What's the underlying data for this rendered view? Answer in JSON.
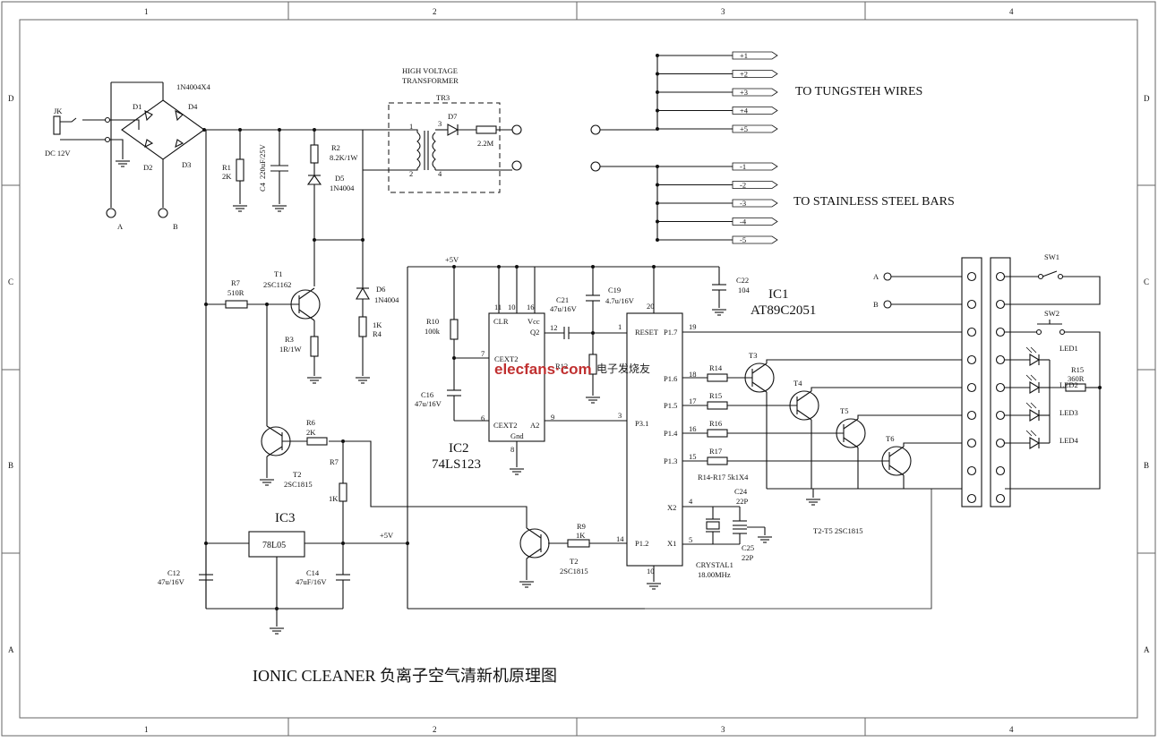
{
  "title": "IONIC CLEANER 负离子空气清新机原理图",
  "watermark": {
    "brand": "elecfans·com",
    "site": "电子发烧友"
  },
  "border": {
    "columns": [
      "1",
      "2",
      "3",
      "4"
    ],
    "rows": [
      "D",
      "C",
      "B",
      "A"
    ]
  },
  "power": {
    "jack": "JK",
    "dc": "DC 12V",
    "bridge": "1N4004X4",
    "diodes": [
      "D1",
      "D4",
      "D2",
      "D3"
    ],
    "terminals": [
      "A",
      "B"
    ],
    "r1": {
      "name": "R1",
      "value": "2K"
    },
    "c4": {
      "name": "C4",
      "value": "220uF/25V"
    },
    "r2": {
      "name": "R2",
      "value": "8.2K/1W"
    },
    "d5": {
      "name": "D5",
      "value": "1N4004"
    },
    "d6": {
      "name": "D6",
      "value": "1N4004"
    },
    "r4": {
      "name": "R4",
      "value": "1K"
    },
    "r7a": {
      "name": "R7",
      "value": "510R"
    },
    "t1": {
      "name": "T1",
      "value": "2SC1162"
    },
    "r3": {
      "name": "R3",
      "value": "1R/1W"
    }
  },
  "hv": {
    "title1": "HIGH VOLTAGE",
    "title2": "TRANSFORMER",
    "tr": "TR3",
    "pins": [
      "1",
      "2",
      "3",
      "4"
    ],
    "d7": "D7",
    "r": "2.2M"
  },
  "outputs": {
    "pos": [
      "+1",
      "+2",
      "+3",
      "+4",
      "+5"
    ],
    "neg": [
      "-1",
      "-2",
      "-3",
      "-4",
      "-5"
    ],
    "tungsten": "TO TUNGSTEH WIRES",
    "steel": "TO STAINLESS STEEL BARS"
  },
  "ic2": {
    "name": "IC2",
    "part": "74LS123",
    "pins": {
      "clr": "CLR",
      "vcc": "Vcc",
      "q2": "Q2",
      "cext": "CEXT2",
      "cext2": "CEXT2",
      "a2": "A2",
      "gnd": "Gnd"
    },
    "pinnums": [
      "11",
      "10",
      "16",
      "12",
      "7",
      "6",
      "9",
      "8"
    ],
    "r10": {
      "name": "R10",
      "value": "100k"
    },
    "c16": {
      "name": "C16",
      "value": "47u/16V"
    },
    "r12": "R12",
    "vplus": "+5V"
  },
  "ic1": {
    "name": "IC1",
    "part": "AT89C2051",
    "pins": [
      "RESET",
      "P1.7",
      "P1.6",
      "P1.5",
      "P1.4",
      "P1.3",
      "P3.1",
      "X2",
      "P1.2",
      "X1"
    ],
    "pinnums": [
      "20",
      "1",
      "19",
      "18",
      "17",
      "16",
      "15",
      "3",
      "4",
      "14",
      "5",
      "10"
    ],
    "c21": {
      "name": "C21",
      "value": "47u/16V"
    },
    "c19": {
      "name": "C19",
      "value": "4.7u/16V"
    },
    "c22": {
      "name": "C22",
      "value": "104"
    },
    "c24": {
      "name": "C24",
      "value": "22P"
    },
    "c25": {
      "name": "C25",
      "value": "22P"
    },
    "crystal": {
      "name": "CRYSTAL1",
      "value": "18.00MHz"
    },
    "r9": {
      "name": "R9",
      "value": "1K"
    },
    "t2b": {
      "name": "T2",
      "value": "2SC1815"
    }
  },
  "drivers": {
    "resistors": [
      "R14",
      "R15",
      "R16",
      "R17"
    ],
    "rnote": "R14-R17 5k1X4",
    "transistors": [
      "T3",
      "T4",
      "T5",
      "T6"
    ],
    "tnote": "T2-T5  2SC1815"
  },
  "panel": {
    "a": "A",
    "b": "B",
    "sw1": "SW1",
    "sw2": "SW2",
    "leds": [
      "LED1",
      "LED2",
      "LED3",
      "LED4"
    ],
    "r15": {
      "name": "R15",
      "value": "360R"
    }
  },
  "reg": {
    "ic3": "IC3",
    "part": "78L05",
    "out": "+5V",
    "c12": {
      "name": "C12",
      "value": "47u/16V"
    },
    "c14": {
      "name": "C14",
      "value": "47uF/16V"
    },
    "t2": {
      "name": "T2",
      "value": "2SC1815"
    },
    "r6": {
      "name": "R6",
      "value": "2K"
    },
    "r7": {
      "name": "R7",
      "value": "1K"
    }
  }
}
